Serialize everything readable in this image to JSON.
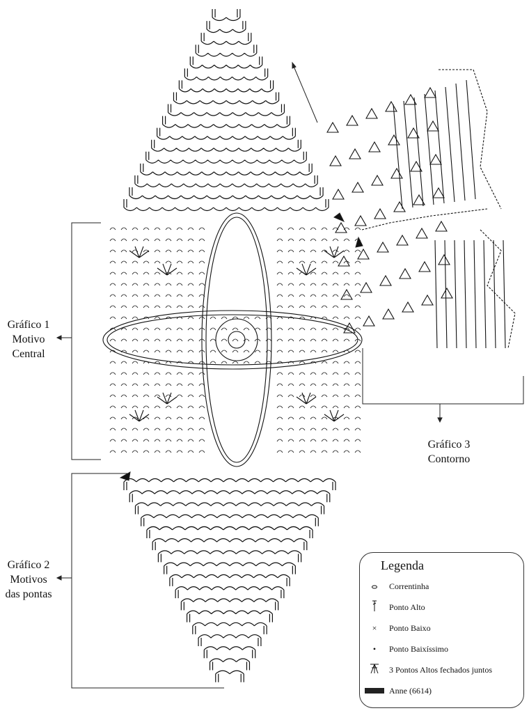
{
  "labels": {
    "chart1": [
      "Gráfico 1",
      "Motivo",
      "Central"
    ],
    "chart2": [
      "Gráfico 2",
      "Motivos",
      "das pontas"
    ],
    "chart3": [
      "Gráfico 3",
      "Contorno"
    ]
  },
  "legend": {
    "title": "Legenda",
    "items": [
      {
        "icon": "chain-oval-icon",
        "label": "Correntinha"
      },
      {
        "icon": "double-crochet-icon",
        "label": "Ponto Alto"
      },
      {
        "icon": "single-crochet-x-icon",
        "label": "Ponto Baixo"
      },
      {
        "icon": "slip-stitch-dot-icon",
        "label": "Ponto Baixíssimo"
      },
      {
        "icon": "three-dc-cluster-icon",
        "label": "3 Pontos Altos fechados juntos"
      },
      {
        "icon": "color-swatch-icon",
        "label": "Anne (6614)"
      }
    ]
  },
  "colors": {
    "ink": "#111111",
    "swatch": "#222222"
  }
}
